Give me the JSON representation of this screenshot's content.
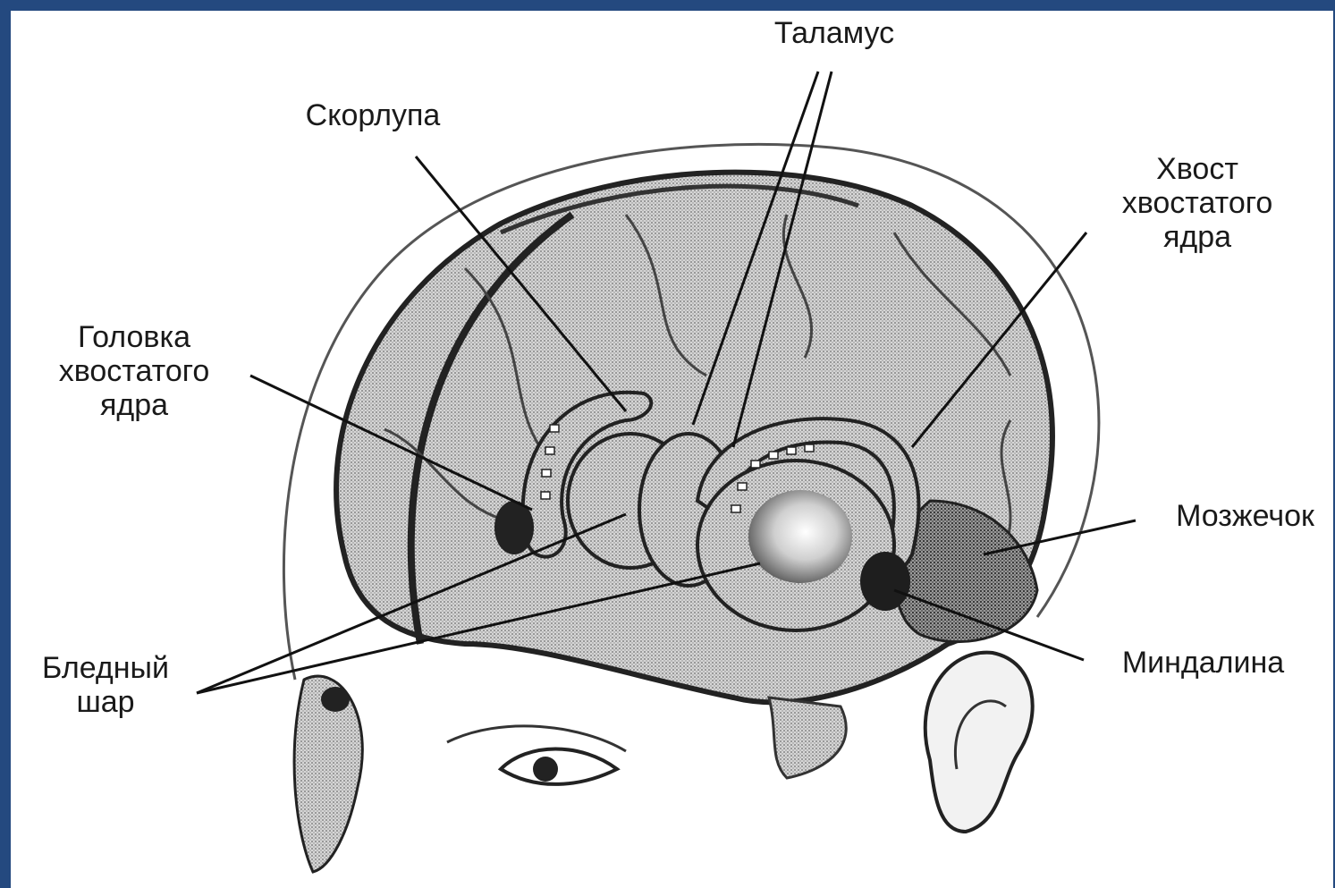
{
  "labels": {
    "thalamus": "Таламус",
    "putamen": "Скорлупа",
    "caudate_tail": [
      "Хвост",
      "хвостатого",
      "ядра"
    ],
    "caudate_head": [
      "Головка",
      "хвостатого",
      "ядра"
    ],
    "cerebellum": "Мозжечок",
    "globus_pallidus": [
      "Бледный",
      "шар"
    ],
    "amygdala": "Миндалина"
  },
  "colors": {
    "frame": "#24497f",
    "background": "#ffffff",
    "ink": "#1a1a1a"
  }
}
